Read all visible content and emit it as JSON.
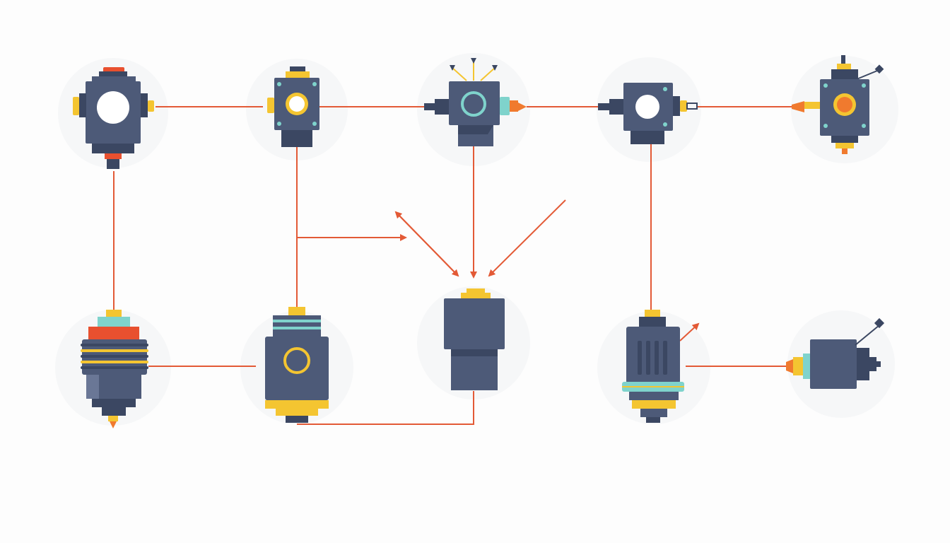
{
  "diagram": {
    "kind": "connected-device-network",
    "text_labels": [],
    "colors": {
      "background": "#fdfdfd",
      "halo": "#f2f3f5",
      "body": "#4d5a78",
      "body_dark": "#3b4762",
      "wire": "#e35a36",
      "accent_yellow": "#f4c531",
      "accent_orange": "#f07a2e",
      "accent_teal": "#7fd3cc",
      "accent_red": "#e8502f",
      "lens_white": "#ffffff"
    },
    "devices": [
      {
        "id": "top-1",
        "icon": "valve-white-port-icon"
      },
      {
        "id": "top-2",
        "icon": "valve-yellow-port-icon"
      },
      {
        "id": "top-3",
        "icon": "sensor-teal-ring-icon"
      },
      {
        "id": "top-4",
        "icon": "valve-white-port-icon"
      },
      {
        "id": "top-5",
        "icon": "actuator-orange-core-icon"
      },
      {
        "id": "bottom-1",
        "icon": "coil-solenoid-icon"
      },
      {
        "id": "bottom-2",
        "icon": "motor-yellow-ring-icon"
      },
      {
        "id": "bottom-3",
        "icon": "stacked-block-icon"
      },
      {
        "id": "bottom-4",
        "icon": "finned-motor-icon"
      },
      {
        "id": "bottom-5",
        "icon": "antenna-box-icon"
      }
    ]
  }
}
